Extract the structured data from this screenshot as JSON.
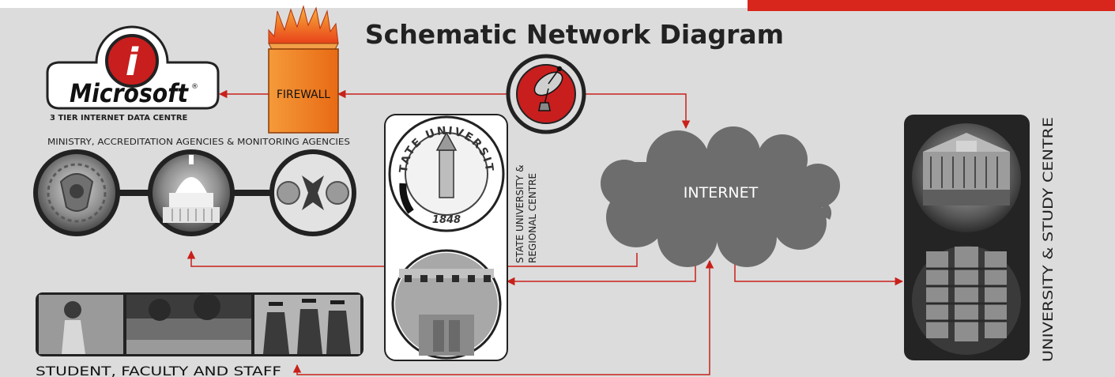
{
  "title": "Schematic Network Diagram",
  "microsoft_logo": {
    "wordmark": "Microsoft",
    "info_glyph": "i",
    "registered": "®"
  },
  "data_centre_label": "3 TIER INTERNET DATA CENTRE",
  "firewall_label": "FIREWALL",
  "ministry_label": "MINISTRY, ACCREDITATION AGENCIES & MONITORING AGENCIES",
  "state_university_label": [
    "STATE UNIVERSITY &",
    "REGIONAL CENTRE"
  ],
  "seal_text": {
    "top": "STATE UNIVERSITY",
    "year": "1848"
  },
  "internet_label": "INTERNET",
  "university_label": "UNIVERSITY & STUDY CENTRE",
  "student_label": "STUDENT, FACULTY AND STAFF",
  "icons": [
    "satellite-dish-icon",
    "fire-icon",
    "info-icon"
  ],
  "colors": {
    "accent": "#d9261c",
    "arrow": "#c8201a",
    "background": "#dcdcdc",
    "firewall": "#f07d1e",
    "cloud": "#6d6d6d",
    "dark_panel": "#242424"
  }
}
